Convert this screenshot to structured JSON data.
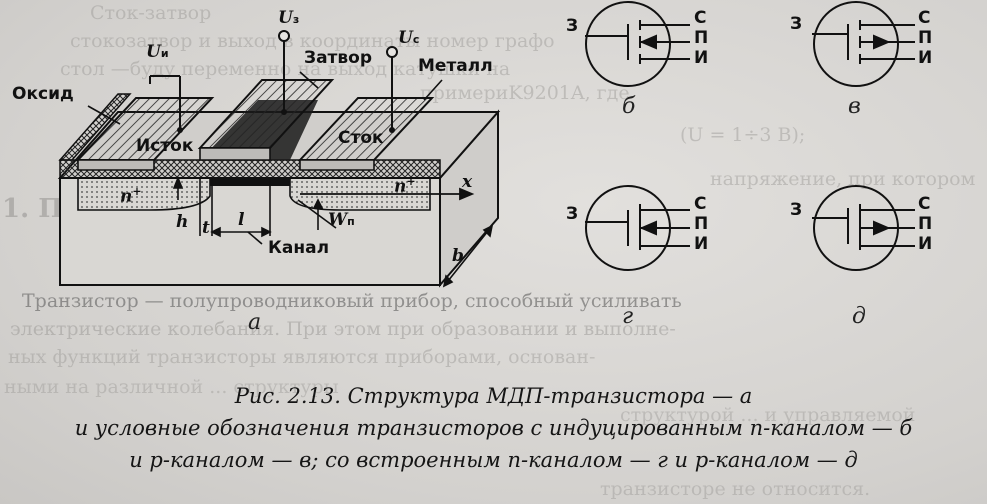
{
  "background_text": {
    "lines": [
      "Сток-затвор",
      "стокозатвор и выход в координаты номер графо",
      "стол —буду переменно на выход катушки на",
      "примериK9201A, где",
      "(U = 1÷3 B);",
      "напряжение, при котором",
      "1. Полевые тран ...",
      "Транзистор — полупроводниковый прибор, способный усиливать",
      "электрические колебания. При этом при образовании и выполне-",
      "ных функций транзисторы являются приборами, основан-",
      "ными на различной ... структуры",
      "структурой ... и управляемой",
      "транзисторе не относится."
    ]
  },
  "figure_a": {
    "labels": {
      "u_zatvor": "U",
      "u_zatvor_sub": "з",
      "u_istok": "U",
      "u_istok_sub": "и",
      "u_stok": "U",
      "u_stok_sub": "с",
      "zatvor": "Затвор",
      "metall": "Металл",
      "oksid": "Оксид",
      "istok": "Исток",
      "stok": "Сток",
      "n_plus_left": "n",
      "n_plus_right": "n",
      "plus": "+",
      "x_axis": "x",
      "h_label": "h",
      "t_label": "t",
      "l_label": "l",
      "w_label": "W",
      "w_sub": "п",
      "kanal": "Канал",
      "b_label": "b"
    },
    "sublabel": "а"
  },
  "symbols": [
    {
      "id": "b",
      "gate": "З",
      "drain": "С",
      "substrate": "П",
      "source": "И",
      "sublabel": "б"
    },
    {
      "id": "v",
      "gate": "З",
      "drain": "С",
      "substrate": "П",
      "source": "И",
      "sublabel": "в"
    },
    {
      "id": "g",
      "gate": "З",
      "drain": "С",
      "substrate": "П",
      "source": "И",
      "sublabel": "г"
    },
    {
      "id": "d",
      "gate": "З",
      "drain": "С",
      "substrate": "П",
      "source": "И",
      "sublabel": "д"
    }
  ],
  "caption": {
    "line1": "Рис. 2.13. Структура МДП-транзистора — а",
    "line2": "и условные обозначения транзисторов с индуцированным n-каналом — б",
    "line3": "и p-каналом — в; со встроенным n-каналом — г и p-каналом — д"
  }
}
